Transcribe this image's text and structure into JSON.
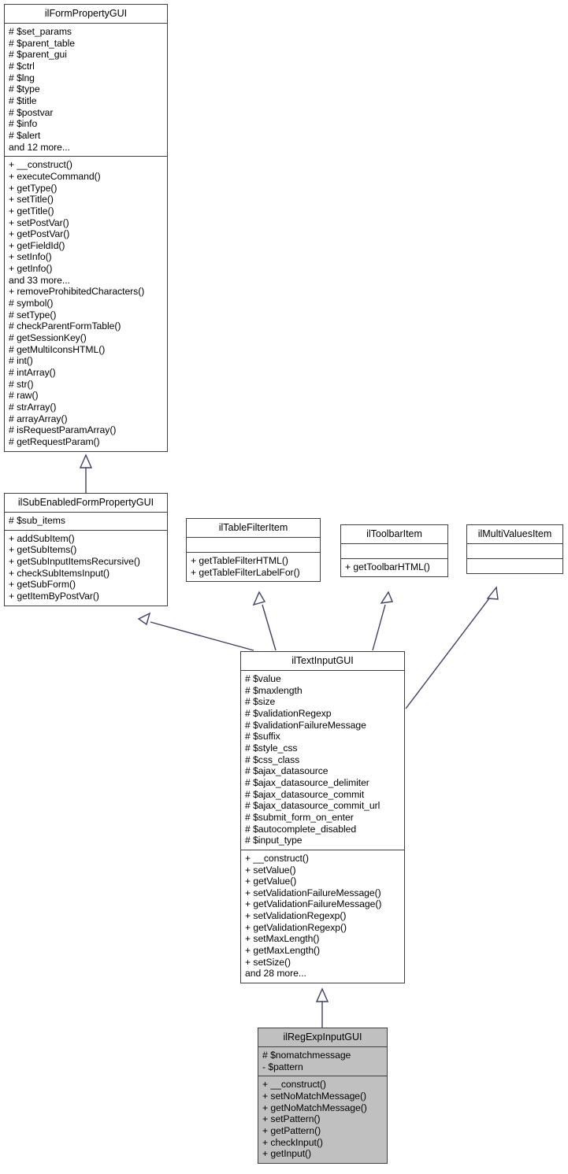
{
  "diagram": {
    "type": "uml-class-diagram",
    "title": "ilRegExpInputGUI class inheritance diagram",
    "background_color": "#ffffff",
    "box_border_color": "#3f3f3f",
    "edge_color": "#3f3f68",
    "highlight_fill_color": "#c0c0c0"
  },
  "classes": {
    "il_form_property_gui": {
      "name": "ilFormPropertyGUI",
      "highlighted": false,
      "attributes": [
        "# $set_params",
        "# $parent_table",
        "# $parent_gui",
        "# $ctrl",
        "# $lng",
        "# $type",
        "# $title",
        "# $postvar",
        "# $info",
        "# $alert",
        "and 12 more..."
      ],
      "operations": [
        "+ __construct()",
        "+ executeCommand()",
        "+ getType()",
        "+ setTitle()",
        "+ getTitle()",
        "+ setPostVar()",
        "+ getPostVar()",
        "+ getFieldId()",
        "+ setInfo()",
        "+ getInfo()",
        "and 33 more...",
        "+ removeProhibitedCharacters()",
        "# symbol()",
        "# setType()",
        "# checkParentFormTable()",
        "# getSessionKey()",
        "# getMultiIconsHTML()",
        "# int()",
        "# intArray()",
        "# str()",
        "# raw()",
        "# strArray()",
        "# arrayArray()",
        "# isRequestParamArray()",
        "# getRequestParam()"
      ]
    },
    "il_sub_enabled_form_property_gui": {
      "name": "ilSubEnabledFormPropertyGUI",
      "highlighted": false,
      "attributes": [
        "# $sub_items"
      ],
      "operations": [
        "+ addSubItem()",
        "+ getSubItems()",
        "+ getSubInputItemsRecursive()",
        "+ checkSubItemsInput()",
        "+ getSubForm()",
        "+ getItemByPostVar()"
      ]
    },
    "il_table_filter_item": {
      "name": "ilTableFilterItem",
      "highlighted": false,
      "attributes": [],
      "operations": [
        "+ getTableFilterHTML()",
        "+ getTableFilterLabelFor()"
      ]
    },
    "il_toolbar_item": {
      "name": "ilToolbarItem",
      "highlighted": false,
      "attributes": [],
      "operations": [
        "+ getToolbarHTML()"
      ]
    },
    "il_multi_values_item": {
      "name": "ilMultiValuesItem",
      "highlighted": false,
      "attributes": [],
      "operations": []
    },
    "il_text_input_gui": {
      "name": "ilTextInputGUI",
      "highlighted": false,
      "attributes": [
        "# $value",
        "# $maxlength",
        "# $size",
        "# $validationRegexp",
        "# $validationFailureMessage",
        "# $suffix",
        "# $style_css",
        "# $css_class",
        "# $ajax_datasource",
        "# $ajax_datasource_delimiter",
        "# $ajax_datasource_commit",
        "# $ajax_datasource_commit_url",
        "# $submit_form_on_enter",
        "# $autocomplete_disabled",
        "# $input_type"
      ],
      "operations": [
        "+ __construct()",
        "+ setValue()",
        "+ getValue()",
        "+ setValidationFailureMessage()",
        "+ getValidationFailureMessage()",
        "+ setValidationRegexp()",
        "+ getValidationRegexp()",
        "+ setMaxLength()",
        "+ getMaxLength()",
        "+ setSize()",
        "and 28 more..."
      ]
    },
    "il_reg_exp_input_gui": {
      "name": "ilRegExpInputGUI",
      "highlighted": true,
      "attributes": [
        "# $nomatchmessage",
        "- $pattern"
      ],
      "operations": [
        "+ __construct()",
        "+ setNoMatchMessage()",
        "+ getNoMatchMessage()",
        "+ setPattern()",
        "+ getPattern()",
        "+ checkInput()",
        "+ getInput()"
      ]
    }
  },
  "relations": [
    {
      "from": "il_sub_enabled_form_property_gui",
      "to": "il_form_property_gui",
      "kind": "generalization"
    },
    {
      "from": "il_text_input_gui",
      "to": "il_sub_enabled_form_property_gui",
      "kind": "generalization"
    },
    {
      "from": "il_text_input_gui",
      "to": "il_table_filter_item",
      "kind": "realization"
    },
    {
      "from": "il_text_input_gui",
      "to": "il_toolbar_item",
      "kind": "realization"
    },
    {
      "from": "il_text_input_gui",
      "to": "il_multi_values_item",
      "kind": "realization"
    },
    {
      "from": "il_reg_exp_input_gui",
      "to": "il_text_input_gui",
      "kind": "generalization"
    }
  ]
}
